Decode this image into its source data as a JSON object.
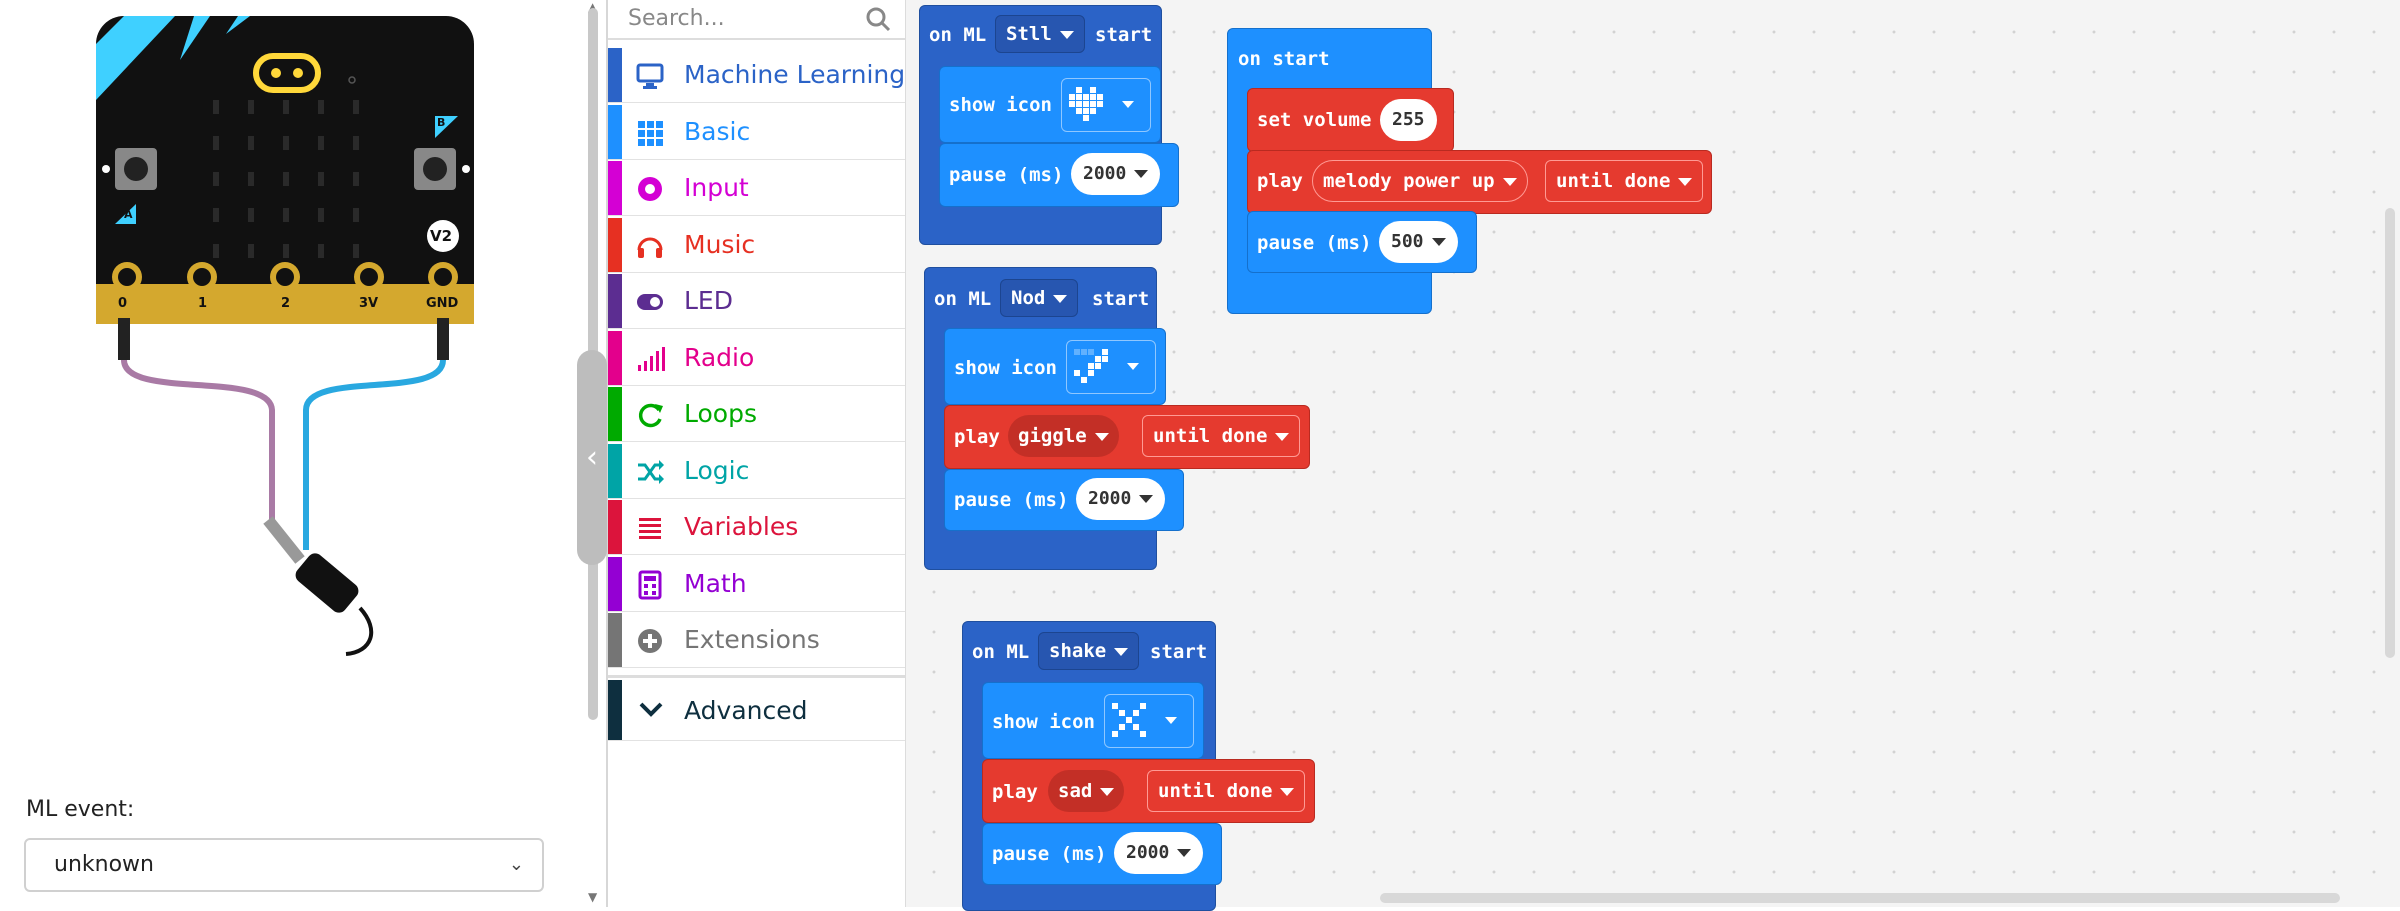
{
  "simulator": {
    "board_pin_labels": [
      "0",
      "1",
      "2",
      "3V",
      "GND"
    ],
    "button_a": "A",
    "button_b": "B",
    "version_badge": "V2",
    "ml_event_label": "ML event:",
    "ml_event_value": "unknown"
  },
  "toolbox": {
    "search_placeholder": "Search...",
    "categories": [
      {
        "label": "Machine Learning",
        "color": "#2b63c7",
        "icon": "monitor-icon"
      },
      {
        "label": "Basic",
        "color": "#1e90ff",
        "icon": "grid-icon"
      },
      {
        "label": "Input",
        "color": "#d400d4",
        "icon": "target-icon"
      },
      {
        "label": "Music",
        "color": "#e63022",
        "icon": "headphones-icon"
      },
      {
        "label": "LED",
        "color": "#5c2d91",
        "icon": "toggle-icon"
      },
      {
        "label": "Radio",
        "color": "#e3008c",
        "icon": "signal-bars-icon"
      },
      {
        "label": "Loops",
        "color": "#00aa00",
        "icon": "refresh-icon"
      },
      {
        "label": "Logic",
        "color": "#00a4a6",
        "icon": "shuffle-icon"
      },
      {
        "label": "Variables",
        "color": "#dc143c",
        "icon": "list-icon"
      },
      {
        "label": "Math",
        "color": "#9400d3",
        "icon": "calculator-icon"
      },
      {
        "label": "Extensions",
        "color": "#757575",
        "icon": "plus-circle-icon"
      }
    ],
    "advanced_label": "Advanced",
    "advanced_color": "#0e2f3f"
  },
  "workspace": {
    "block_still": {
      "hat_prefix": "on ML",
      "event": "Stll",
      "hat_suffix": "start",
      "show_icon": "show icon",
      "pause": "pause (ms)",
      "pause_value": "2000"
    },
    "block_nod": {
      "hat_prefix": "on ML",
      "event": "Nod",
      "hat_suffix": "start",
      "show_icon": "show icon",
      "play": "play",
      "sound": "giggle",
      "mode": "until done",
      "pause": "pause (ms)",
      "pause_value": "2000"
    },
    "block_shake": {
      "hat_prefix": "on ML",
      "event": "shake",
      "hat_suffix": "start",
      "show_icon": "show icon",
      "play": "play",
      "sound": "sad",
      "mode": "until done",
      "pause": "pause (ms)",
      "pause_value": "2000"
    },
    "block_onstart": {
      "hat": "on start",
      "set_volume": "set volume",
      "volume_value": "255",
      "play": "play",
      "melody": "melody power up",
      "mode": "until done",
      "pause": "pause (ms)",
      "pause_value": "500"
    }
  }
}
